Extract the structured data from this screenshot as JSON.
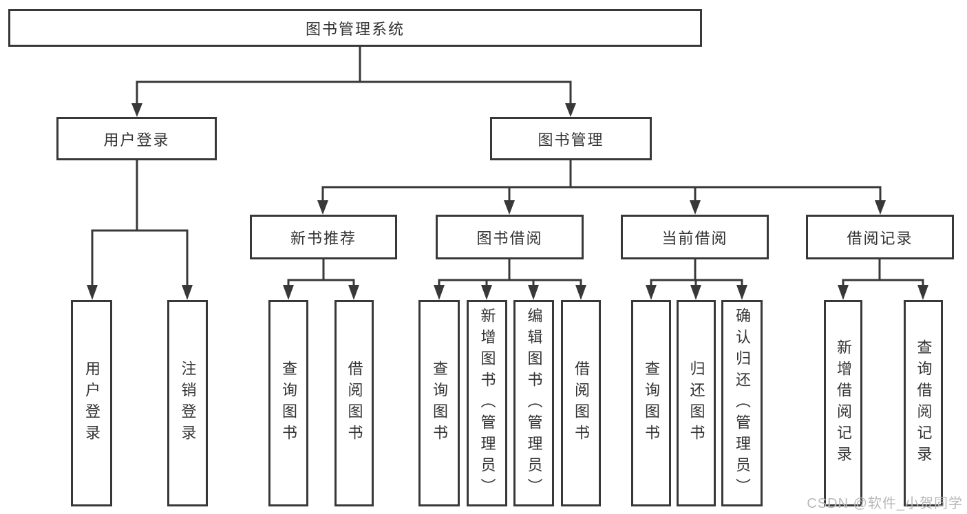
{
  "diagram": {
    "title": "图书管理系统",
    "colors": {
      "line": "#383838",
      "text": "#333333",
      "background": "#ffffff",
      "watermark": "#b9b9b9"
    },
    "root": {
      "label": "图书管理系统"
    },
    "level1": [
      {
        "label": "用户登录"
      },
      {
        "label": "图书管理"
      }
    ],
    "level2": [
      {
        "label": "新书推荐"
      },
      {
        "label": "图书借阅"
      },
      {
        "label": "当前借阅"
      },
      {
        "label": "借阅记录"
      }
    ],
    "leaves": [
      {
        "label": "用户登录"
      },
      {
        "label": "注销登录"
      },
      {
        "label": "查询图书"
      },
      {
        "label": "借阅图书"
      },
      {
        "label": "查询图书"
      },
      {
        "label": "新增图书（管理员）"
      },
      {
        "label": "编辑图书（管理员）"
      },
      {
        "label": "借阅图书"
      },
      {
        "label": "查询图书"
      },
      {
        "label": "归还图书"
      },
      {
        "label": "确认归还（管理员）"
      },
      {
        "label": "新增借阅记录"
      },
      {
        "label": "查询借阅记录"
      }
    ],
    "watermark": "CSDN @软件_小贺同学"
  }
}
